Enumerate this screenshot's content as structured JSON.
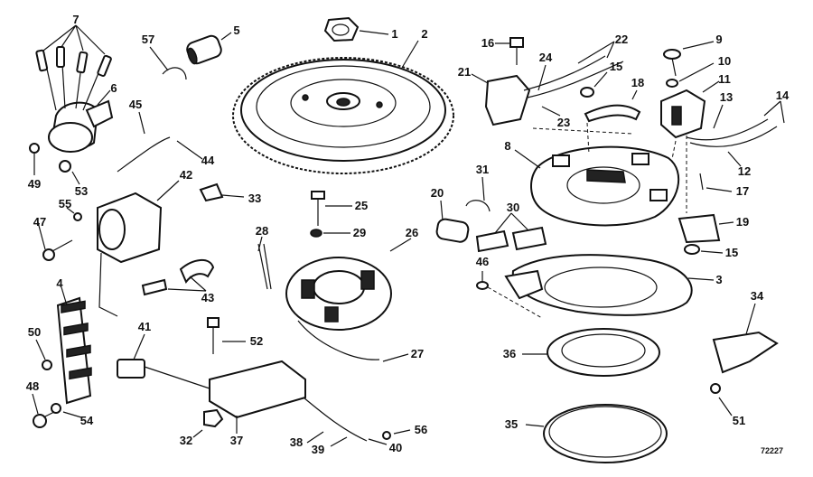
{
  "diagram": {
    "figure_number": "72227",
    "callouts": [
      "1",
      "2",
      "3",
      "4",
      "5",
      "6",
      "7",
      "8",
      "9",
      "10",
      "11",
      "12",
      "13",
      "14",
      "15",
      "15",
      "16",
      "17",
      "18",
      "19",
      "20",
      "21",
      "22",
      "23",
      "24",
      "25",
      "26",
      "27",
      "28",
      "29",
      "30",
      "31",
      "32",
      "33",
      "34",
      "35",
      "36",
      "37",
      "38",
      "39",
      "40",
      "41",
      "42",
      "43",
      "44",
      "45",
      "46",
      "47",
      "48",
      "49",
      "50",
      "51",
      "52",
      "53",
      "54",
      "55",
      "56",
      "57"
    ]
  }
}
